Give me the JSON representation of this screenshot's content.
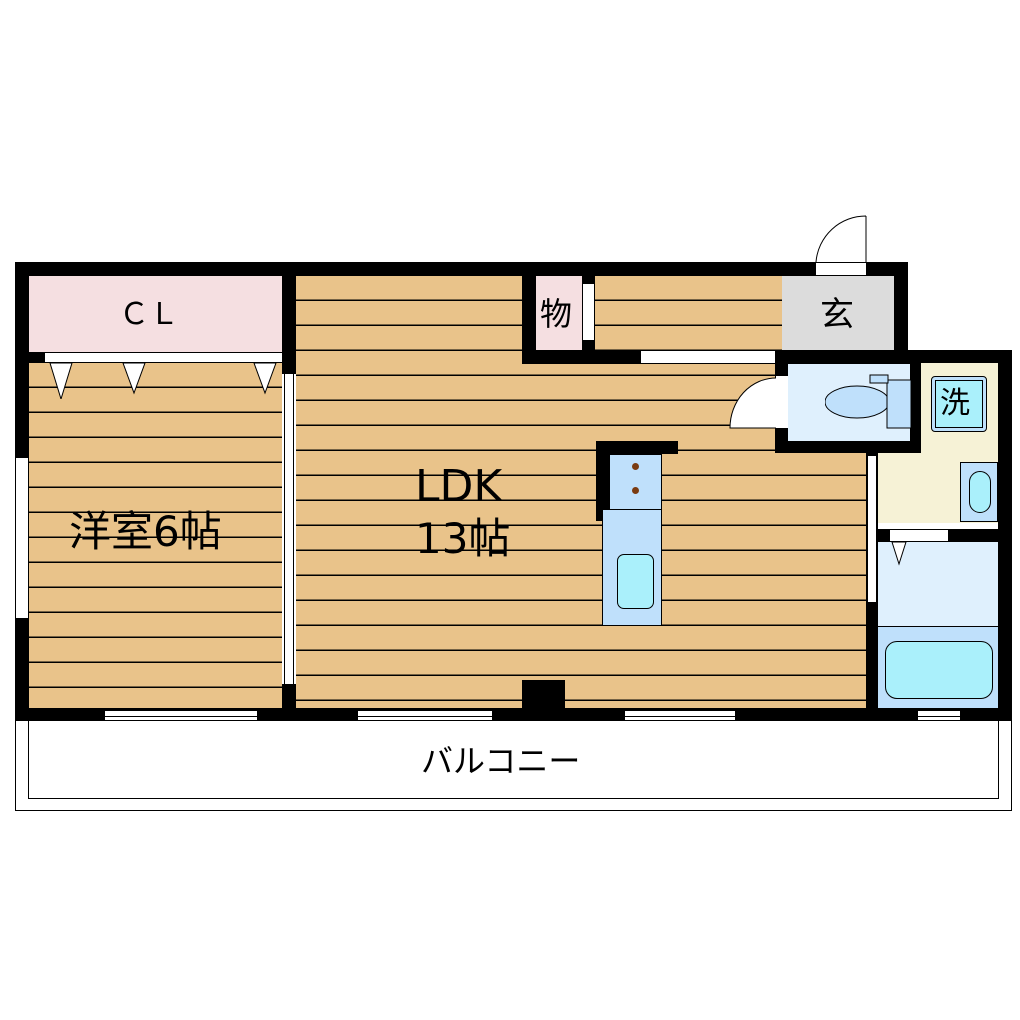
{
  "rooms": {
    "closet": {
      "label": "ＣＬ",
      "color": "#f5dfe1"
    },
    "western_room": {
      "label": "洋室6帖",
      "color": "#e9c38a"
    },
    "ldk": {
      "label_line1": "LDK",
      "label_line2": "13帖",
      "color": "#e9c38a"
    },
    "storage": {
      "label": "物",
      "color": "#f5dfe1"
    },
    "entrance": {
      "label": "玄",
      "color": "#dcdcdc"
    },
    "toilet": {
      "color": "#dff0fd"
    },
    "washroom": {
      "color": "#f6f2d6"
    },
    "washing_machine": {
      "label": "洗",
      "color": "#aaf0fb"
    },
    "bathroom": {
      "color": "#dff0fd"
    },
    "balcony": {
      "label": "バルコニー"
    }
  },
  "colors": {
    "wall": "#000000",
    "fixture": "#bfe0fb",
    "fixture_basin": "#aaf0fb",
    "stove_burner": "#7a3b10"
  }
}
